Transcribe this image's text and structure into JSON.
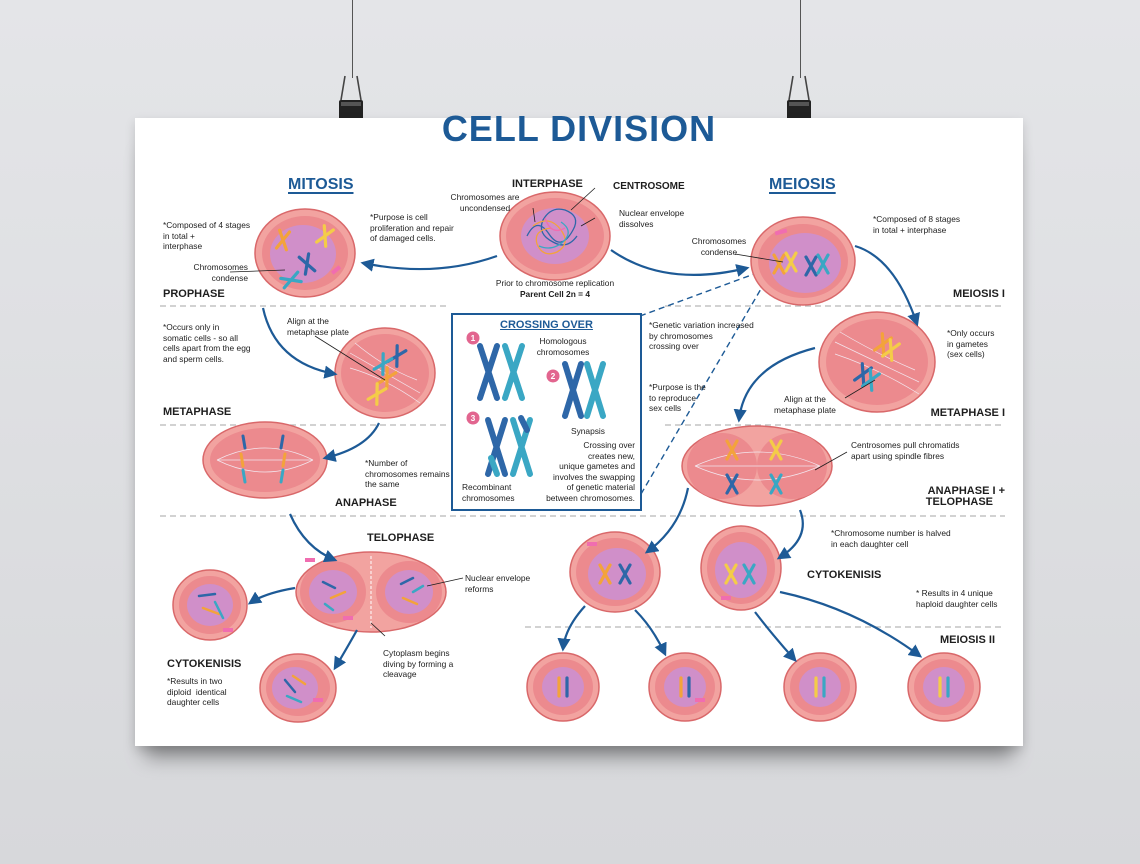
{
  "title": "CELL DIVISION",
  "mitosis": {
    "heading": "MITOSIS",
    "composed_note": "*Composed of 4 stages\nin total +\ninterphase",
    "purpose_note": "*Purpose is cell\nproliferation and repair\nof damaged cells.",
    "chromosomes_condense": "Chromosomes\ncondense",
    "prophase": "PROPHASE",
    "somatic_note": "*Occurs only in\nsomatic cells - so all\ncells apart from the egg\nand sperm cells.",
    "align_plate": "Align at the\nmetaphase plate",
    "metaphase": "METAPHASE",
    "anaphase": "ANAPHASE",
    "chromosome_number_note": "*Number of\nchromosomes remains\nthe same",
    "telophase": "TELOPHASE",
    "nuclear_reforms": "Nuclear envelope\nreforms",
    "cytoplasm_note": "Cytoplasm begins\ndiving by forming a\ncleavage",
    "cytokenisis": "CYTOKENISIS",
    "results_note": "*Results in two\ndiploid  identical\ndaughter cells"
  },
  "interphase": {
    "heading": "INTERPHASE",
    "centrosome": "CENTROSOME",
    "unc": "Chromosomes are\nuncondensed",
    "nuclear_dissolves": "Nuclear envelope\ndissolves",
    "prior": "Prior to chromosome replication",
    "parent": "Parent Cell 2n = 4"
  },
  "crossing": {
    "heading": "CROSSING OVER",
    "n1": "1",
    "n2": "2",
    "n3": "3",
    "homologous": "Homologous\nchromosomes",
    "synapsis": "Synapsis",
    "recombinant": "Recombinant\nchromosomes",
    "desc": "Crossing over\ncreates new,\nunique gametes and\ninvolves the swapping\nof genetic material\nbetween chromosomes."
  },
  "meiosis": {
    "heading": "MEIOSIS",
    "composed_note": "*Composed of 8 stages\nin total + interphase",
    "chromosomes_condense": "Chromosomes\ncondense",
    "meiosis_i": "MEIOSIS I",
    "genetic_variation": "*Genetic variation increased\nby chromosomes\ncrossing over",
    "gametes_note": "*Only occurs\nin gametes\n(sex cells)",
    "purpose_note": "*Purpose is the\nto reproduce\nsex cells",
    "align_plate": "Align at the\nmetaphase plate",
    "metaphase_i": "METAPHASE I",
    "centrosomes_pull": "Centrosomes pull chromatids\napart using spindle fibres",
    "anaphase_i": "ANAPHASE I +",
    "telophase": "TELOPHASE",
    "halved_note": "*Chromosome number is halved\nin each daughter cell",
    "cytokenisis": "CYTOKENISIS",
    "results_note": "* Results in 4 unique\nhaploid daughter cells",
    "meiosis_ii": "MEIOSIS II"
  },
  "colors": {
    "cell_outer": "#f2a3a0",
    "cell_inner": "#ec8a8e",
    "nucleus": "#d08fc9",
    "arrow": "#1d5a96",
    "title": "#1d5a96",
    "chr_blue": "#2e67a8",
    "chr_teal": "#3aa7c4",
    "chr_orange": "#f3a33b",
    "chr_yellow": "#f4cc48",
    "chr_pink": "#f06db0"
  }
}
